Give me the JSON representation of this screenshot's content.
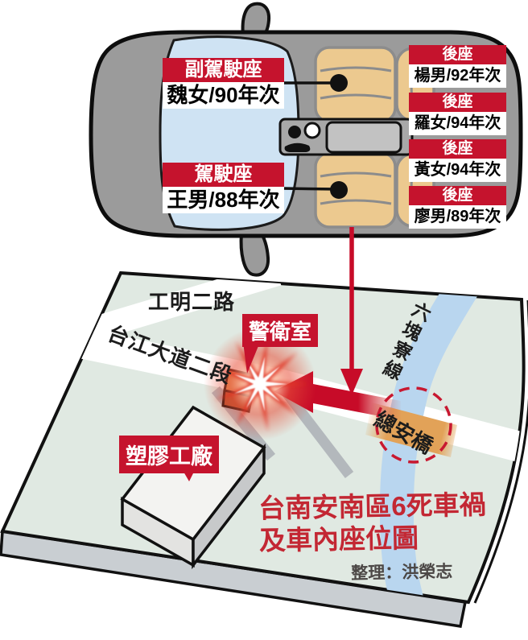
{
  "infographic": {
    "title_line1": "台南安南區6死車禍",
    "title_line2": "及車內座位圖",
    "credit": "整理：洪榮志"
  },
  "car_labels": {
    "front_passenger": {
      "seat": "副駕駛座",
      "person": "魏女/90年次"
    },
    "driver": {
      "seat": "駕駛座",
      "person": "王男/88年次"
    },
    "rear": [
      {
        "seat": "後座",
        "person": "楊男/92年次"
      },
      {
        "seat": "後座",
        "person": "羅女/94年次"
      },
      {
        "seat": "後座",
        "person": "黃女/94年次"
      },
      {
        "seat": "後座",
        "person": "廖男/89年次"
      }
    ]
  },
  "map_labels": {
    "road_top": "工明二路",
    "road_main": "台江大道二段",
    "guard_room": "警衛室",
    "factory": "塑膠工廠",
    "waterway": "六塊寮線",
    "bridge": "總安橋"
  },
  "colors": {
    "label_red": "#c5132d",
    "arrow_red": "#c70b28",
    "title_red": "#c32733",
    "car_gray": "#9b9b9b",
    "glass_blue": "#cfe3f3",
    "seat_tan": "#ecc98f",
    "map_green": "#e0e9e2",
    "river_blue": "#b9d6ef",
    "road_white": "#ffffff",
    "bridge_orange": "#e2a258"
  }
}
